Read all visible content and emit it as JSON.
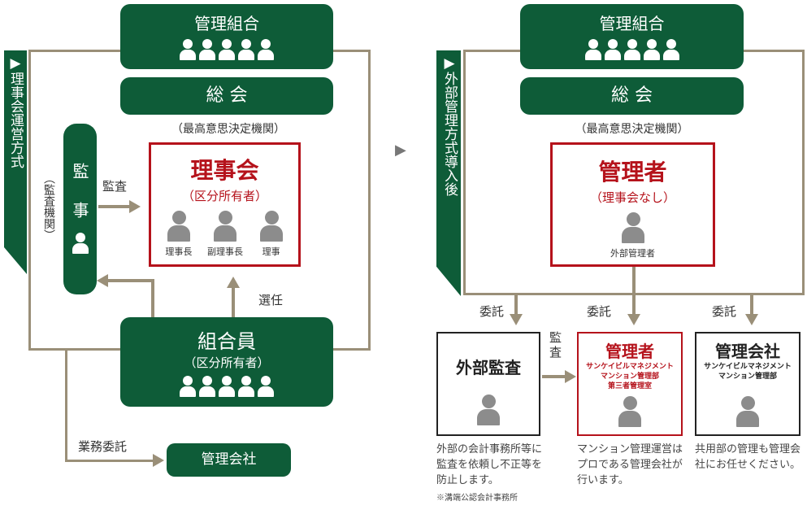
{
  "left": {
    "banner": "▶理事会運営方式",
    "kumiai": "管理組合",
    "sokai": "総 会",
    "sokai_note": "（最高意思決定機関）",
    "kanji": "監　事",
    "kanji_note": "（監査機関）",
    "audit_label": "監査",
    "rijikai": {
      "title": "理事会",
      "sub": "（区分所有者）",
      "members": [
        "理事長",
        "副理事長",
        "理事"
      ]
    },
    "senin": "選任",
    "kumiaiin": {
      "title": "組合員",
      "sub": "（区分所有者）"
    },
    "gyomu": "業務委託",
    "kanrigaisha": "管理会社"
  },
  "arrow_between": "▶",
  "right": {
    "banner": "▶外部管理方式導入後",
    "kumiai": "管理組合",
    "sokai": "総 会",
    "sokai_note": "（最高意思決定機関）",
    "kanrisha": {
      "title": "管理者",
      "sub": "（理事会なし）",
      "member": "外部管理者"
    },
    "itaku": [
      "委託",
      "委託",
      "委託"
    ],
    "audit_label": "監査",
    "boxes": [
      {
        "title": "外部監査",
        "sub": "",
        "desc": "外部の会計事務所等に監査を依頼し不正等を防止します。",
        "note": "※溝端公認会計事務所"
      },
      {
        "title": "管理者",
        "sub": "サンケイビルマネジメント\nマンション管理部\n第三者管理室",
        "desc": "マンション管理運営はプロである管理会社が行います。"
      },
      {
        "title": "管理会社",
        "sub": "サンケイビルマネジメント\nマンション管理部",
        "desc": "共用部の管理も管理会社にお任せください。"
      }
    ]
  },
  "colors": {
    "green": "#0e5c38",
    "red": "#b5121b",
    "line": "#9a8f78"
  }
}
